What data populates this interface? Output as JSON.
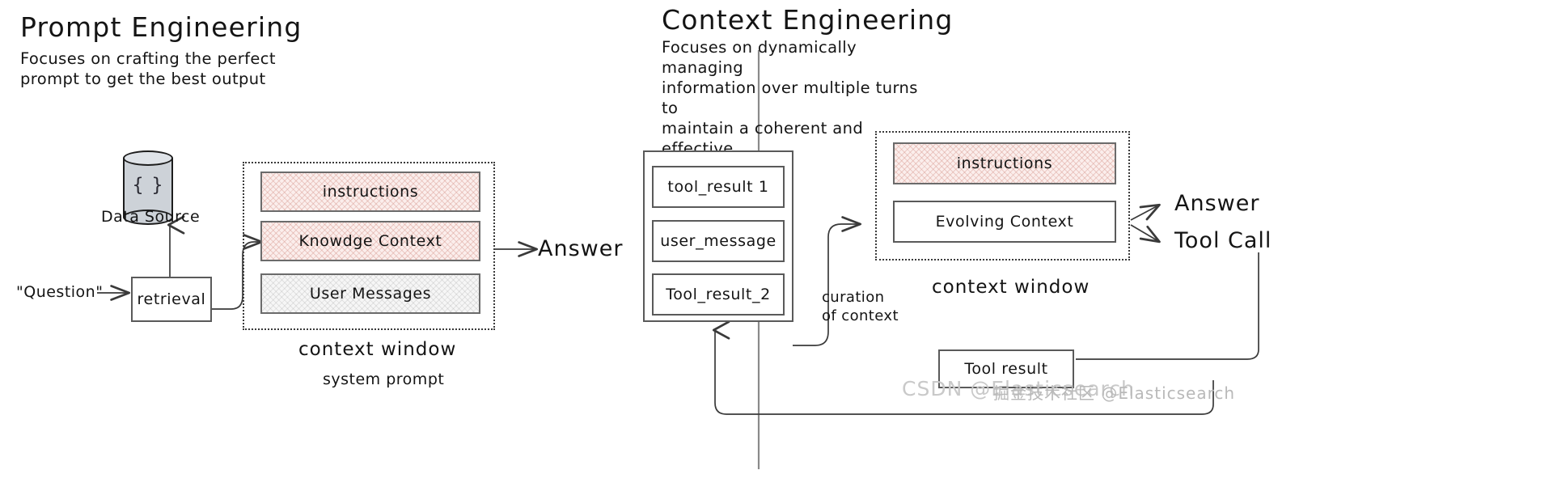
{
  "left_panel": {
    "title": "Prompt Engineering",
    "description": "Focuses on crafting the perfect\n prompt to get the best output",
    "data_source_label": "Data Source",
    "data_source_glyph": "{ }",
    "question_label": "\"Question\"",
    "retrieval_label": "retrieval",
    "context_boxes": [
      {
        "label": "instructions",
        "fill": "pink"
      },
      {
        "label": "Knowdge Context",
        "fill": "pink"
      },
      {
        "label": "User Messages",
        "fill": "gray"
      }
    ],
    "context_window_label": "context window",
    "system_prompt_label": "system prompt",
    "answer_label": "Answer"
  },
  "right_panel": {
    "title": "Context Engineering",
    "description": "Focuses on dynamically managing\ninformation over multiple turns to\nmaintain a coherent and effective\nconversation",
    "message_stack": [
      {
        "label": "tool_result 1"
      },
      {
        "label": "user_message"
      },
      {
        "label": "Tool_result_2"
      }
    ],
    "curation_label": "curation\nof context",
    "context_boxes": [
      {
        "label": "instructions",
        "fill": "pink"
      },
      {
        "label": "Evolving Context",
        "fill": "plain"
      }
    ],
    "context_window_label": "context window",
    "answer_label": "Answer",
    "tool_call_label": "Tool Call",
    "tool_result_box_label": "Tool result"
  },
  "watermarks": {
    "primary": "CSDN @Elasticsearch",
    "secondary": "掘金技术社区 @Elasticsearch"
  },
  "colors": {
    "pink_fill": "#fbeeec",
    "pink_hatch": "#d6968c",
    "gray_fill": "#f6f6f6",
    "stroke": "#6b6b6b",
    "ink": "#141414",
    "cylinder": "#cdd2d8",
    "divider": "#888888"
  }
}
